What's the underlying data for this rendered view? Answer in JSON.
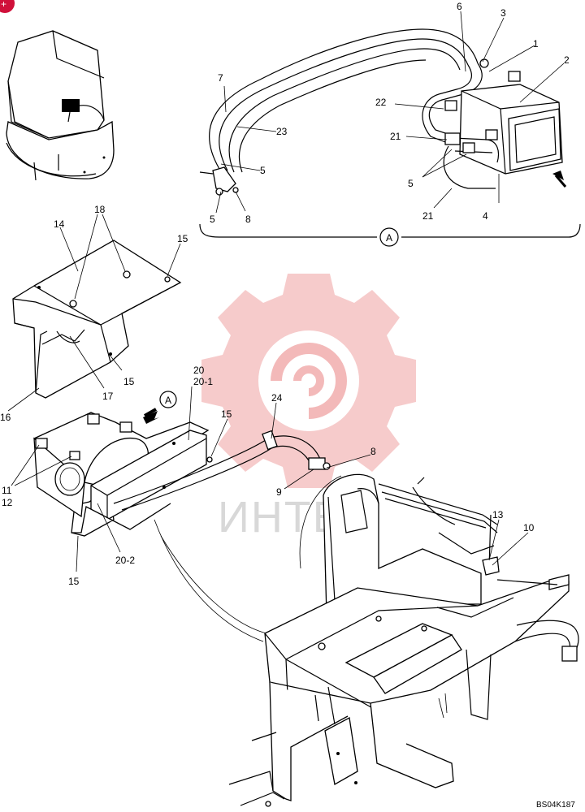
{
  "drawing_code": "BS04K187",
  "view_marker": "A",
  "corner_badge": "+",
  "watermark_text": "ИНТЕХ",
  "part_callouts": [
    "1",
    "2",
    "3",
    "4",
    "5",
    "6",
    "7",
    "8",
    "9",
    "10",
    "11",
    "12",
    "13",
    "14",
    "15",
    "16",
    "17",
    "18",
    "20",
    "20-1",
    "20-2",
    "21",
    "22",
    "23",
    "24"
  ],
  "colors": {
    "line": "#000000",
    "watermark": "#f3b9b9",
    "badge": "#d0103a"
  }
}
